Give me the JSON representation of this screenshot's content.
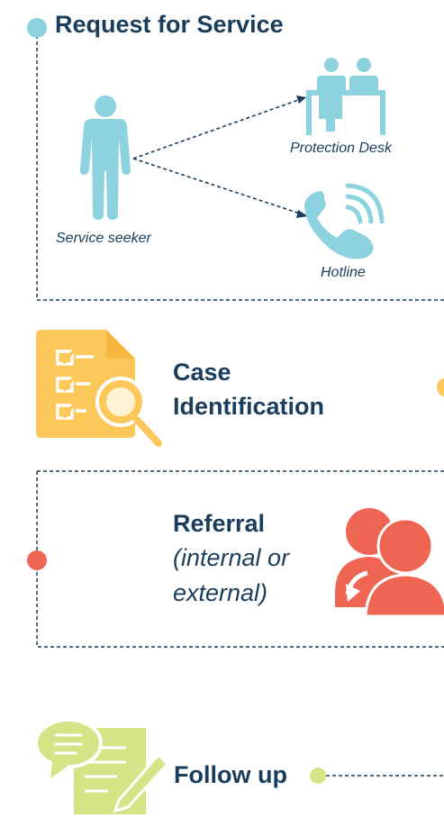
{
  "request": {
    "title": "Request for Service",
    "seeker_label": "Service seeker",
    "desk_label": "Protection Desk",
    "hotline_label": "Hotline"
  },
  "case": {
    "line1": "Case",
    "line2": "Identification"
  },
  "referral": {
    "line1": "Referral",
    "line2": "(internal or",
    "line3": "external)"
  },
  "followup": {
    "label": "Follow up"
  },
  "colors": {
    "navy": "#1a3d5c",
    "teal": "#8dd3df",
    "yellow": "#fdc85a",
    "coral": "#ef6553",
    "lime": "#d6e387"
  },
  "icons": [
    "person-icon",
    "desk-icon",
    "phone-icon",
    "checklist-icon",
    "people-refresh-icon",
    "document-chat-icon"
  ]
}
